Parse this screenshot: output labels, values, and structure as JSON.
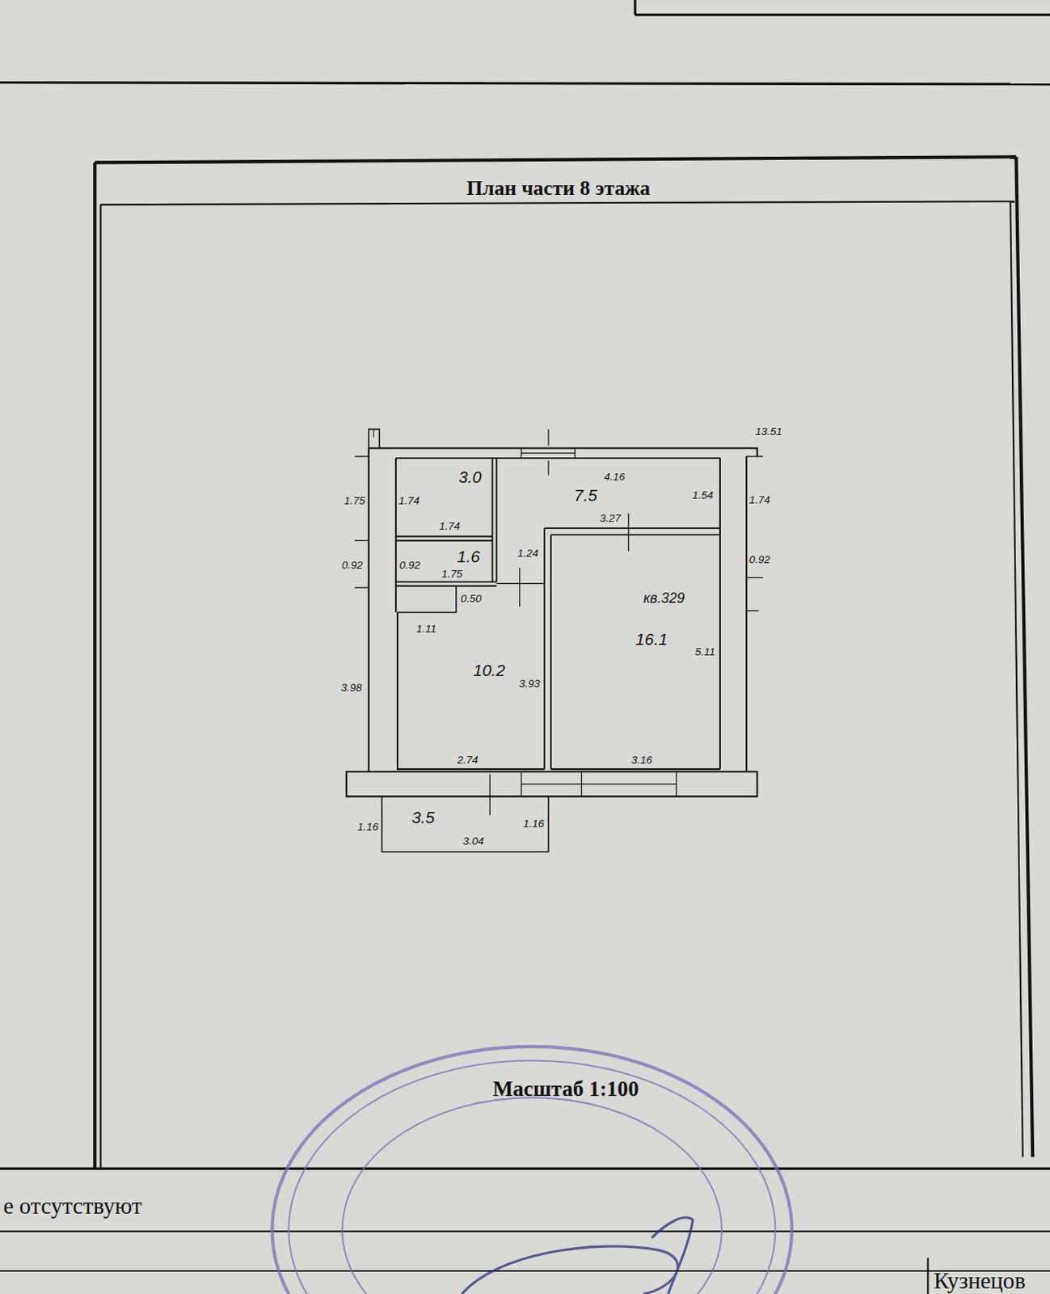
{
  "diagram": {
    "title": "План части 8 этажа",
    "caption": "Масштаб 1:100",
    "nodes": [
      {
        "text": [
          "3.0"
        ]
      },
      {
        "text": [
          "7.5"
        ]
      },
      {
        "text": [
          "1.6"
        ]
      },
      {
        "text": [
          "10.2"
        ]
      },
      {
        "text": [
          "кв.329",
          "16.1"
        ]
      },
      {
        "text": [
          "3.5"
        ]
      }
    ],
    "labels": [
      "13.51",
      "4.16",
      "1.75",
      "1.74",
      "1.54",
      "1.74",
      "1.74",
      "3.27",
      "1.24",
      "0.92",
      "0.92",
      "1.75",
      "0.92",
      "0.50",
      "1.11",
      "5.11",
      "3.93",
      "3.98",
      "2.74",
      "3.16",
      "1.16",
      "3.04",
      "1.16",
      "е отсутствуют",
      "Кузнецов"
    ]
  }
}
